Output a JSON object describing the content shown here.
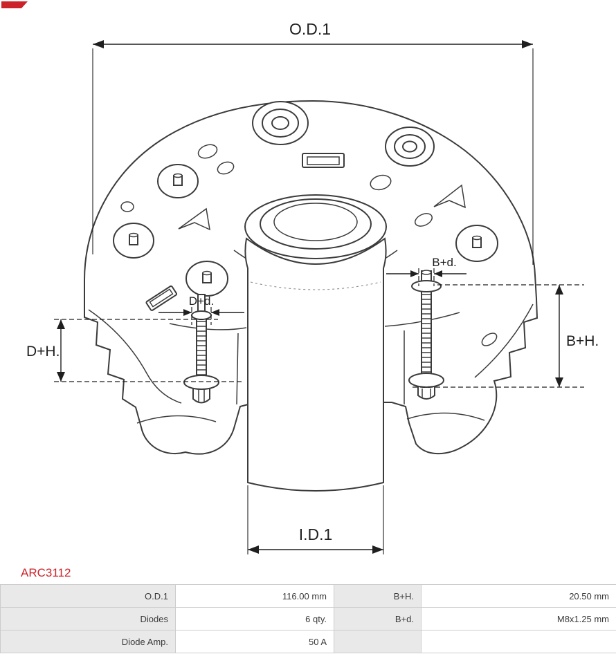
{
  "colors": {
    "accent_red": "#cc2229",
    "drawing_ink": "#3b3b3b",
    "table_label_bg": "#e9e9e9",
    "table_border": "#cccccc"
  },
  "diagram": {
    "labels": {
      "od1": "O.D.1",
      "id1": "I.D.1",
      "dh": "D+H.",
      "bh": "B+H.",
      "dd": "D+d.",
      "bd": "B+d."
    }
  },
  "product": {
    "code": "ARC3112"
  },
  "table": {
    "rows": [
      [
        "O.D.1",
        "116.00 mm",
        "B+H.",
        "20.50 mm"
      ],
      [
        "Diodes",
        "6 qty.",
        "B+d.",
        "M8x1.25 mm"
      ],
      [
        "Diode Amp.",
        "50 A",
        "",
        ""
      ]
    ]
  }
}
